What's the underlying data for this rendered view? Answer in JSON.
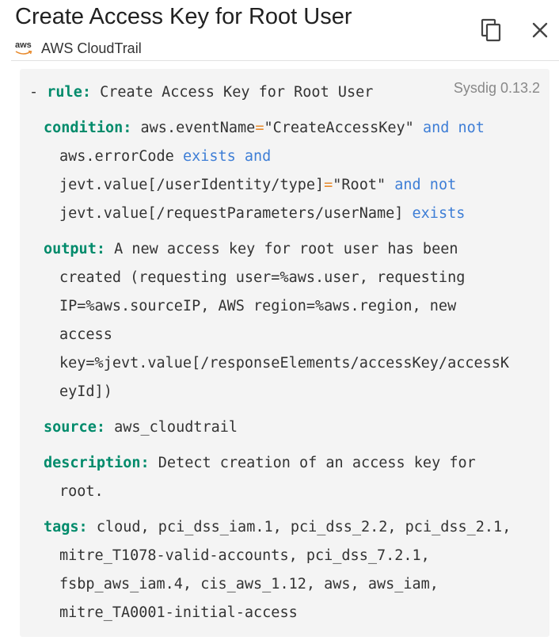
{
  "header": {
    "title": "Create Access Key for Root User",
    "provider_logo": "aws",
    "provider": "AWS CloudTrail",
    "copy_icon": "copy-icon",
    "close_icon": "close-icon"
  },
  "rule_panel": {
    "version": "Sysdig 0.13.2",
    "dash": "-",
    "keys": {
      "rule": "rule:",
      "condition": "condition:",
      "output": "output:",
      "source": "source:",
      "description": "description:",
      "tags": "tags:"
    },
    "rule_name": "Create Access Key for Root User",
    "condition": {
      "l1_field": "aws.eventName",
      "l1_op": "=",
      "l1_value": "\"CreateAccessKey\"",
      "l1_kw": "and not",
      "l2_field": "aws.errorCode",
      "l2_kw": "exists and",
      "l3_field_a": "jevt.value[/userIdentity/type]",
      "l3_op": "=",
      "l3_value": "\"Root\"",
      "l3_kw": "and not",
      "l4_field": "jevt.value[/requestParameters/userName]",
      "l4_kw": "exists"
    },
    "output_lines": [
      "A new access key for root user has been",
      "created (requesting user=%aws.user, requesting",
      "IP=%aws.sourceIP, AWS region=%aws.region, new",
      "access",
      "key=%jevt.value[/responseElements/accessKey/accessK",
      "eyId])"
    ],
    "source": "aws_cloudtrail",
    "description_lines": [
      "Detect creation of an access key for",
      "root."
    ],
    "tags_lines": [
      "cloud, pci_dss_iam.1, pci_dss_2.2, pci_dss_2.1,",
      "mitre_T1078-valid-accounts, pci_dss_7.2.1,",
      "fsbp_aws_iam.4, cis_aws_1.12, aws, aws_iam,",
      "mitre_TA0001-initial-access"
    ]
  },
  "colors": {
    "key": "#008b6b",
    "keyword": "#3e7ed6",
    "operator": "#e88a2c",
    "panel_bg": "#f4f4f4"
  }
}
